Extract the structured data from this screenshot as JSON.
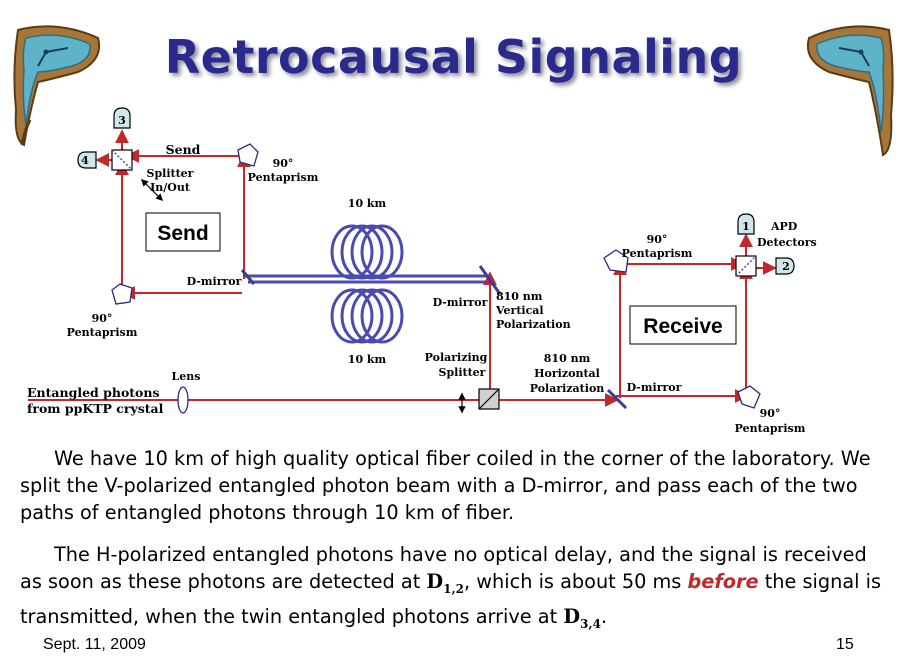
{
  "slide": {
    "title": "Retrocausal Signaling",
    "footer_date": "Sept. 11, 2009",
    "page_number": "15"
  },
  "diagram": {
    "send_top_label": "Send",
    "splitter_in_out": [
      "Splitter",
      "In/Out"
    ],
    "send_box_label": "Send",
    "receive_box_label": "Receive",
    "fiber_length_top": "10 km",
    "fiber_length_bottom": "10 km",
    "pentaprism_label": [
      "90°",
      "Pentaprism"
    ],
    "d_mirror_label": "D-mirror",
    "vertical_polarization": [
      "810 nm",
      "Vertical",
      "Polarization"
    ],
    "horizontal_polarization": [
      "810 nm",
      "Horizontal",
      "Polarization"
    ],
    "polarizing_splitter": [
      "Polarizing",
      "Splitter"
    ],
    "lens_label": "Lens",
    "source_label": [
      "Entangled photons",
      "from ppKTP crystal"
    ],
    "apd_detectors": [
      "APD",
      "Detectors"
    ],
    "detector_numbers": [
      "1",
      "2",
      "3",
      "4"
    ]
  },
  "paragraphs": {
    "p1": "We have 10 km of high quality optical fiber coiled in the corner of the laboratory.  We split the V-polarized entangled photon beam with a D-mirror, and pass each of the two paths of entangled photons through 10 km of fiber.",
    "p2_a": "The H-polarized entangled photons have no optical delay, and the signal is received as soon as these photons are detected at ",
    "p2_d12_letter": "D",
    "p2_d12_sub": "1,2",
    "p2_b": ", which is about 50 ms ",
    "p2_before": "before",
    "p2_c": " the signal is transmitted, when the twin entangled photons arrive at ",
    "p2_d34_letter": "D",
    "p2_d34_sub": "3,4",
    "p2_end": "."
  },
  "colors": {
    "title": "#2a2a8c",
    "beam": "#c0282a",
    "fiber": "#4a4ab0",
    "mirror": "#3a3a98",
    "detector_fill": "#cfe6ea",
    "emphasis": "#c0282a"
  },
  "icons": [
    "melting-clock-icon",
    "pentaprism-icon",
    "beam-splitter-icon",
    "detector-icon",
    "lens-icon",
    "d-mirror-icon",
    "fiber-coil-icon"
  ]
}
